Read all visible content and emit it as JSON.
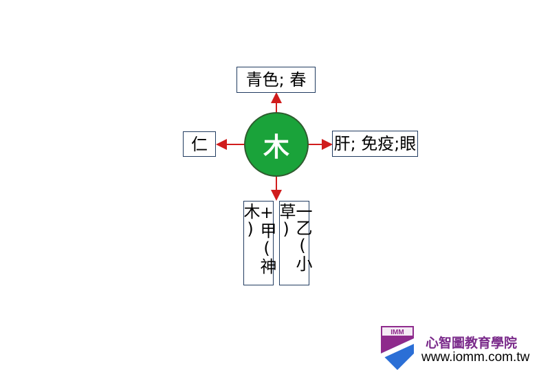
{
  "diagram": {
    "center": "木",
    "top": "青色; 春",
    "left": "仁",
    "right": "肝; 免疫;眼",
    "bottom_left": "+甲(神木)",
    "bottom_right": "一乙(小草)"
  },
  "brand": {
    "name": "心智圖教育學院",
    "url": "www.iomm.com.tw",
    "logo_text": "IMM"
  },
  "colors": {
    "center_fill": "#1aa33a",
    "arrow": "#d01c1c",
    "box_border": "#1f3a5f",
    "brand_name": "#7a2a8a",
    "logo_blue": "#2b6fd6",
    "logo_purple": "#8e2a8c"
  }
}
